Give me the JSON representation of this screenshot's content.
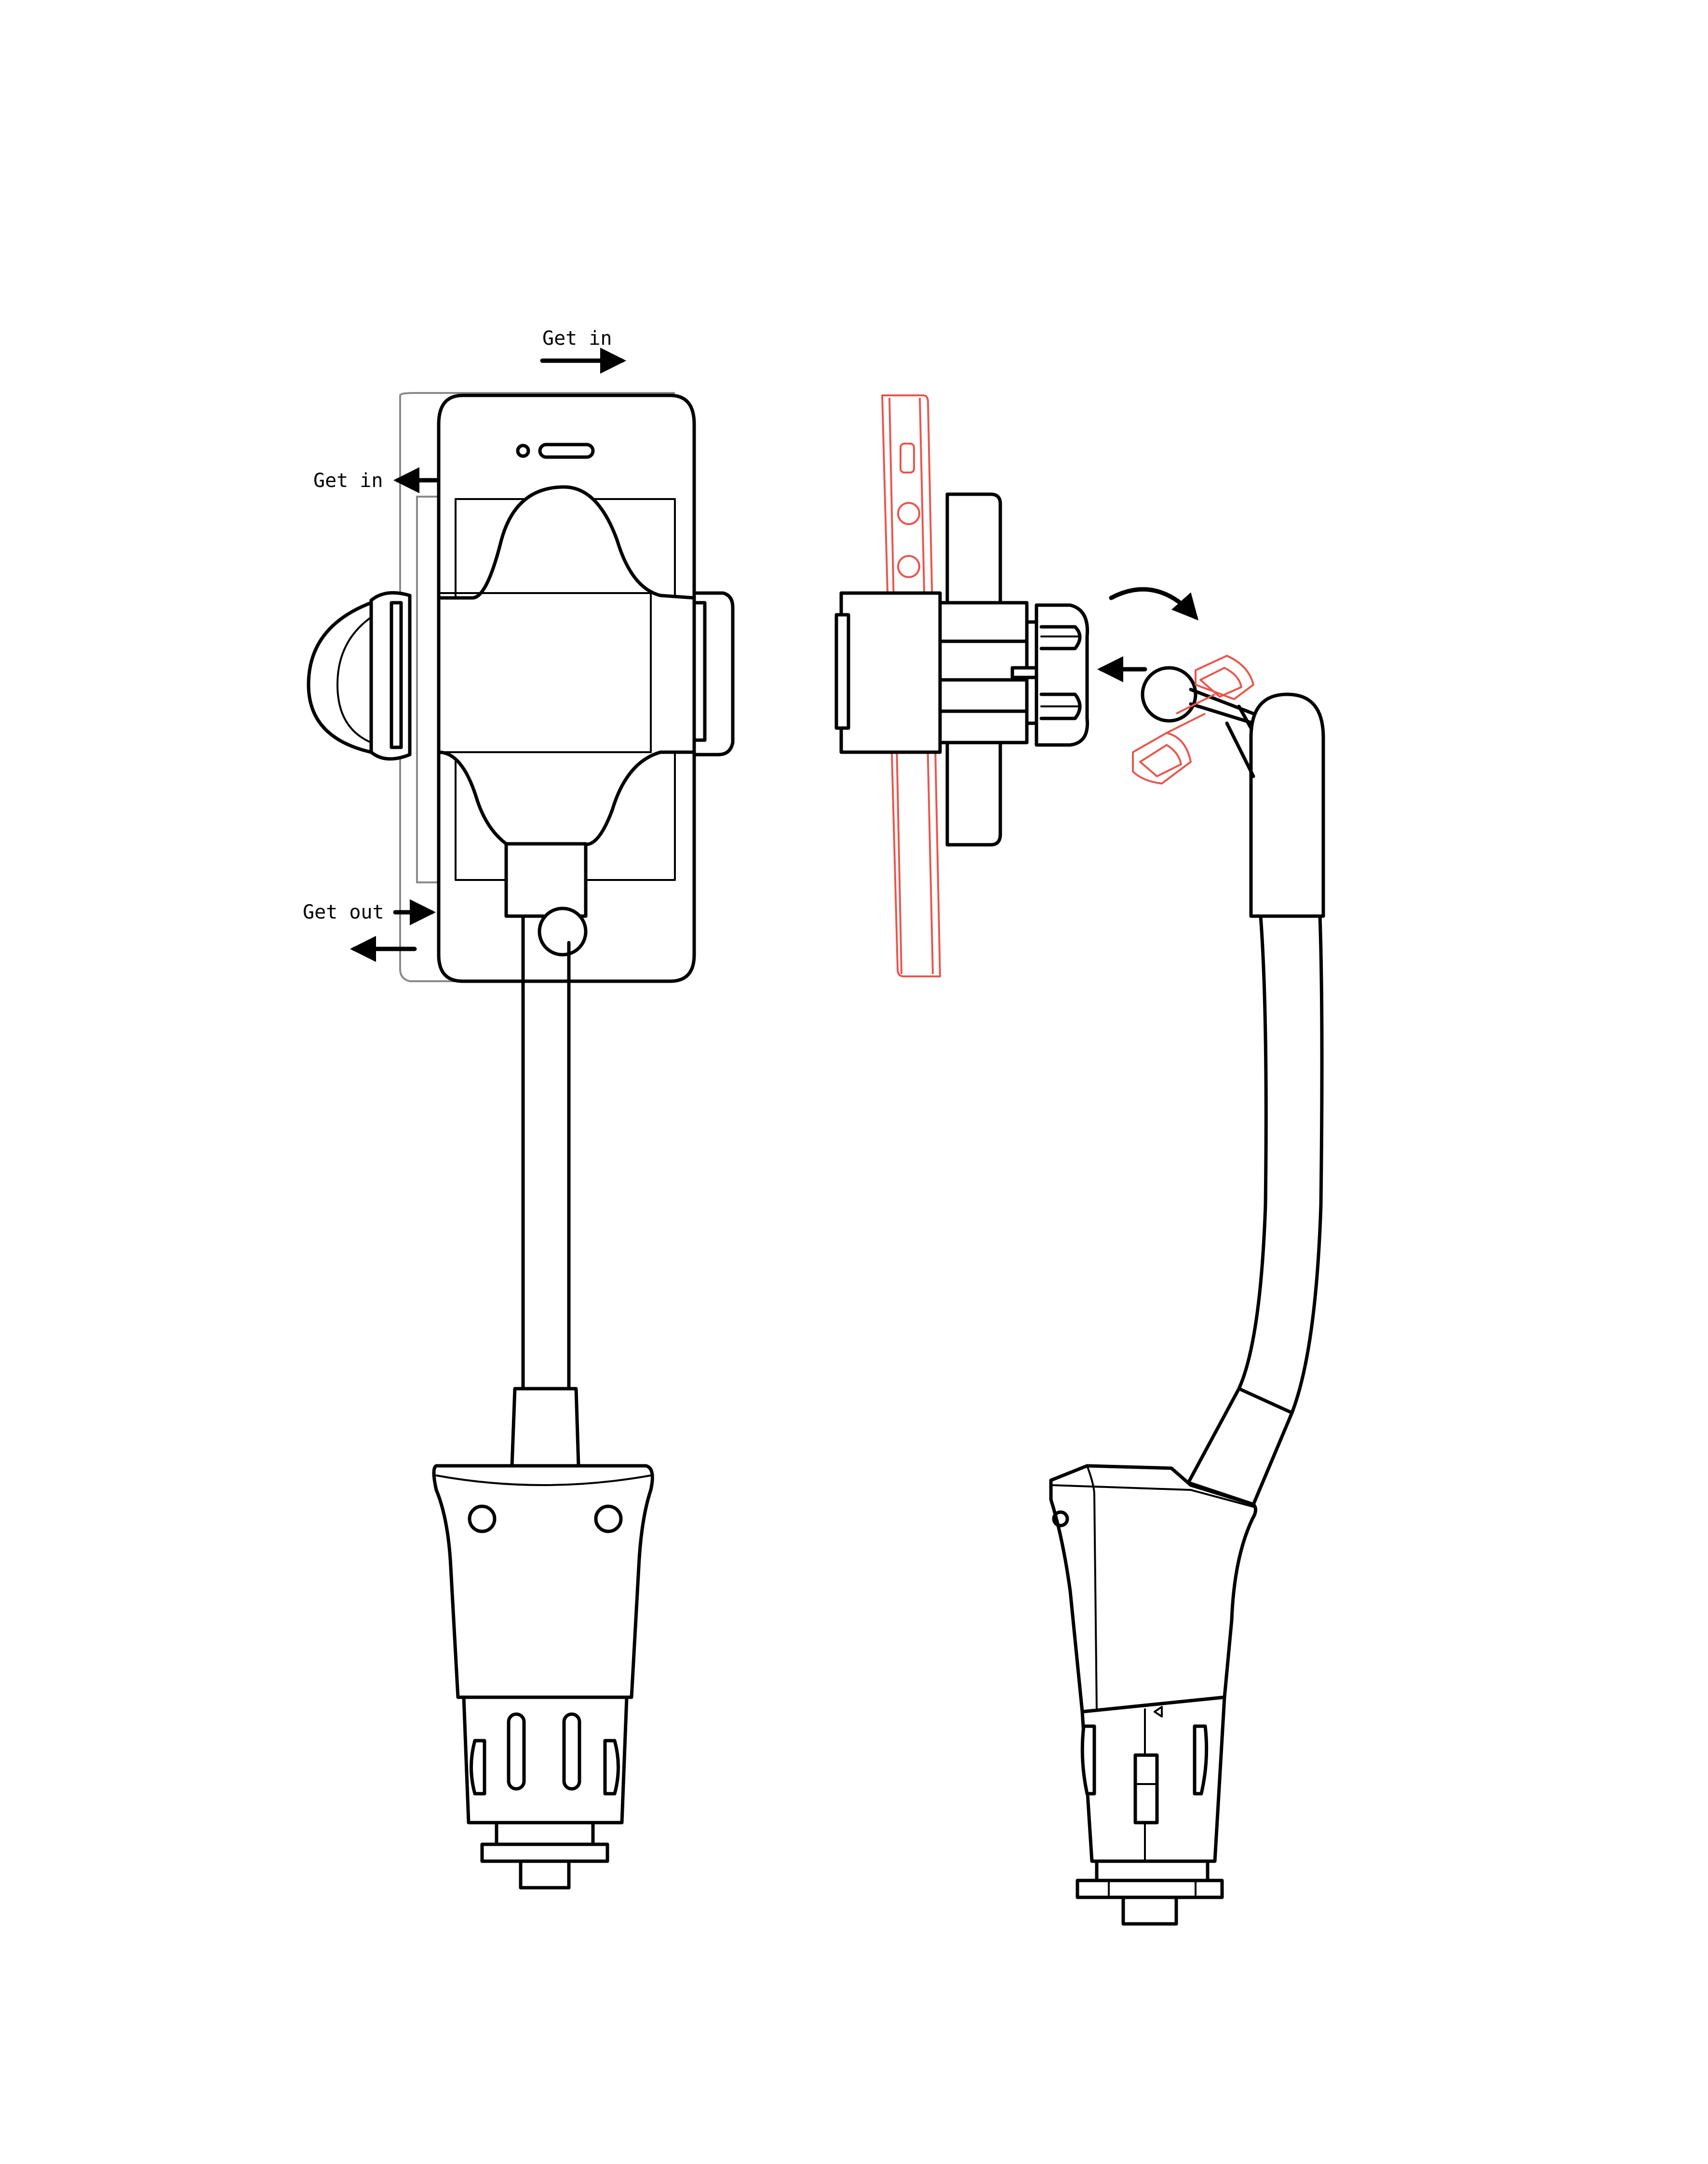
{
  "labels": {
    "get_in_top": "Get in",
    "get_in_left": "Get in",
    "get_out": "Get out"
  },
  "colors": {
    "line": "#000000",
    "ghost": "#8a8a8a",
    "phone_side_view": "#e8564e",
    "background": "#ffffff"
  }
}
